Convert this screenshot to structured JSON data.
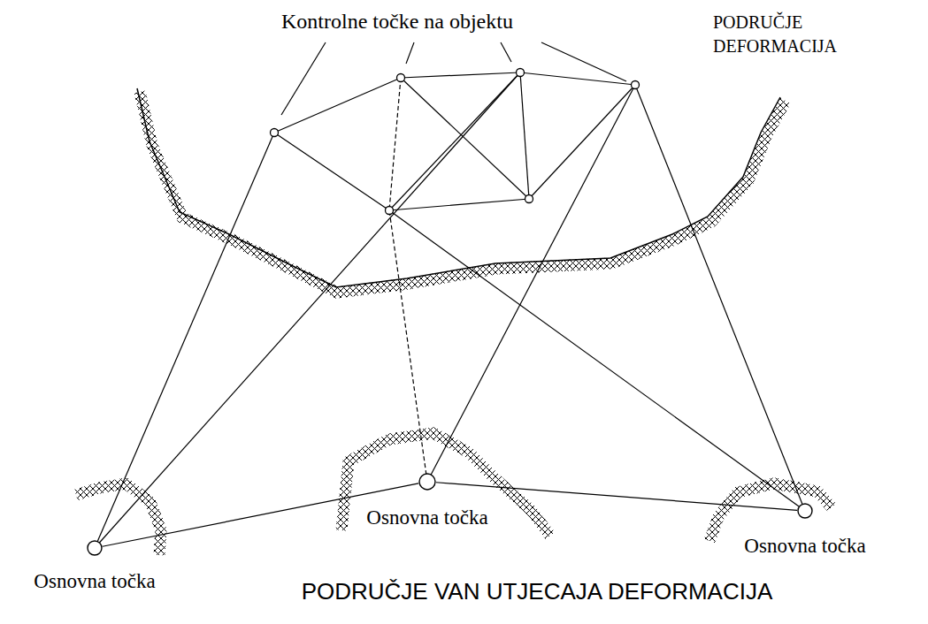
{
  "diagram": {
    "nodes": [
      {
        "text": [
          "Osnovna točka"
        ]
      },
      {
        "text": [
          "Osnovna točka"
        ]
      },
      {
        "text": [
          "Osnovna točka"
        ]
      }
    ],
    "edges": [
      {
        "from": 0,
        "to": 1,
        "arrow": "none"
      },
      {
        "from": 1,
        "to": 2,
        "arrow": "none"
      }
    ],
    "labels": [
      "Kontrolne točke na objektu",
      "PODRUČJE DEFORMACIJA",
      "PODRUČJE VAN UTJECAJA DEFORMACIJA"
    ]
  }
}
